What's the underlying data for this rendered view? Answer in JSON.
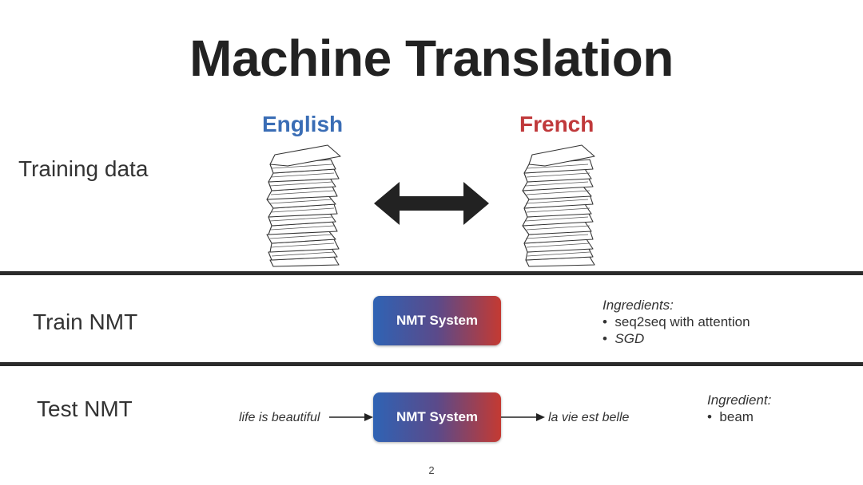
{
  "title": "Machine Translation",
  "languages": {
    "source": "English",
    "target": "French"
  },
  "rows": {
    "training": {
      "label": "Training data"
    },
    "train": {
      "label": "Train NMT",
      "system": "NMT System",
      "ingredients_title": "Ingredients:",
      "ingredients": [
        "seq2seq with attention",
        "SGD"
      ]
    },
    "test": {
      "label": "Test NMT",
      "system": "NMT System",
      "input": "life is beautiful",
      "output": "la vie est belle",
      "ingredients_title": "Ingredient:",
      "ingredients": [
        "beam"
      ]
    }
  },
  "page_number": "2",
  "colors": {
    "english": "#3a6db5",
    "french": "#c0393b",
    "gradient_start": "#2f63b4",
    "gradient_end": "#c43a32"
  }
}
